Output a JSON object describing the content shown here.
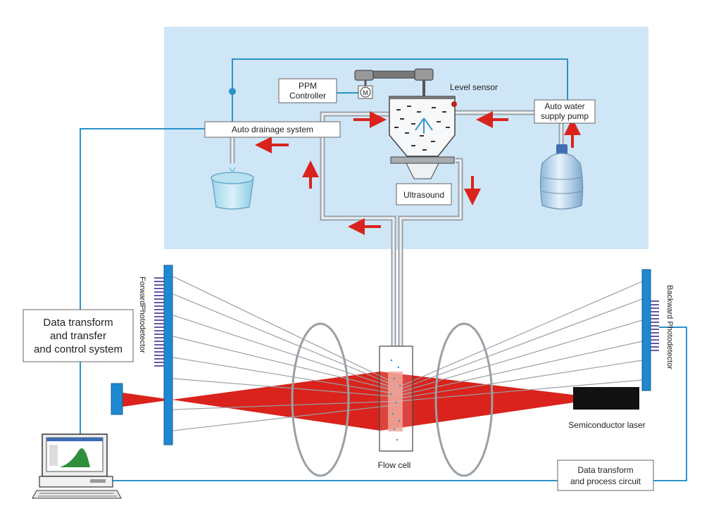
{
  "labels": {
    "ppm_controller_line1": "PPM",
    "ppm_controller_line2": "Controller",
    "motor": "M",
    "level_sensor": "Level sensor",
    "auto_drainage": "Auto drainage system",
    "auto_water_line1": "Auto water",
    "auto_water_line2": "supply pump",
    "ultrasound": "Ultrasound",
    "data_transform_line1": "Data transform",
    "data_transform_line2": "and transfer",
    "data_transform_line3": "and control system",
    "forward_photodetector": "ForwardPhotodetector",
    "backward_photodetector": "Backward Photodetector",
    "semiconductor_laser": "Semiconductor laser",
    "flow_cell": "Flow cell",
    "circuit_line1": "Data transform",
    "circuit_line2": "and process circuit"
  },
  "colors": {
    "panel": "#cfe6f7",
    "wire": "#2a93c7",
    "laser": "#d9231c",
    "arrow": "#d9231c",
    "detector": "#1e88d0",
    "pipe": "#b9bec4"
  }
}
